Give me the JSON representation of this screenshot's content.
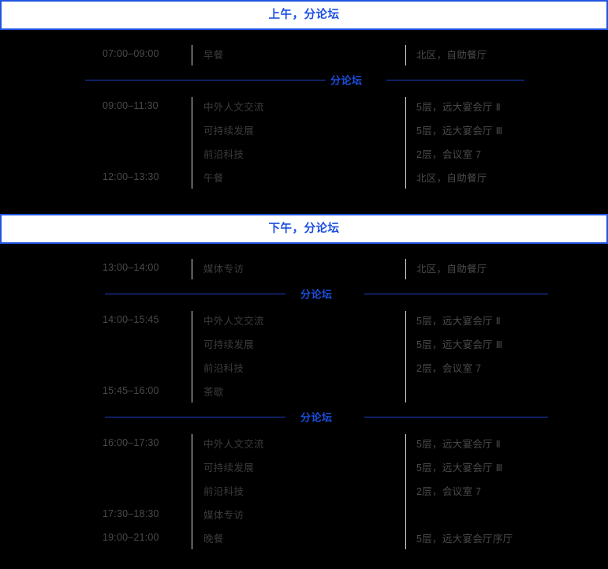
{
  "theme": {
    "background": "#000000",
    "header_bg": "#ffffff",
    "accent_blue": "#1b4fe0",
    "line_blue": "#1b3fc4",
    "text_gray": "#3b3b3b",
    "rule_gray": "#d9d9d9"
  },
  "sections": [
    {
      "header": "上午，分论坛",
      "groups": [
        {
          "type": "rows",
          "rows": [
            {
              "time": "07:00–09:00",
              "title": "早餐",
              "venue": "北区，自助餐厅"
            }
          ]
        },
        {
          "type": "divider",
          "label": "分论坛"
        },
        {
          "type": "rows",
          "rows": [
            {
              "time": "09:00–11:30",
              "title": "中外人文交流",
              "venue": "5层，远大宴会厅 Ⅱ"
            },
            {
              "time": "",
              "title": "可持续发展",
              "venue": "5层，远大宴会厅 Ⅲ"
            },
            {
              "time": "",
              "title": "前沿科技",
              "venue": "2层，会议室 7"
            },
            {
              "time": "12:00–13:30",
              "title": "午餐",
              "venue": "北区，自助餐厅"
            }
          ]
        }
      ]
    },
    {
      "header": "下午，分论坛",
      "groups": [
        {
          "type": "rows",
          "rows": [
            {
              "time": "13:00–14:00",
              "title": "媒体专访",
              "venue": "北区，自助餐厅"
            }
          ]
        },
        {
          "type": "divider",
          "label": "分论坛"
        },
        {
          "type": "rows",
          "rows": [
            {
              "time": "14:00–15:45",
              "title": "中外人文交流",
              "venue": "5层，远大宴会厅  Ⅱ"
            },
            {
              "time": "",
              "title": "可持续发展",
              "venue": "5层，远大宴会厅  Ⅲ"
            },
            {
              "time": "",
              "title": "前沿科技",
              "venue": "2层，会议室 7"
            },
            {
              "time": "15:45–16:00",
              "title": "茶歇",
              "venue": ""
            }
          ]
        },
        {
          "type": "divider",
          "label": "分论坛"
        },
        {
          "type": "rows",
          "rows": [
            {
              "time": "16:00–17:30",
              "title": "中外人文交流",
              "venue": "5层，远大宴会厅  Ⅱ"
            },
            {
              "time": "",
              "title": "可持续发展",
              "venue": "5层，远大宴会厅  Ⅲ"
            },
            {
              "time": "",
              "title": "前沿科技",
              "venue": "2层，会议室 7"
            },
            {
              "time": "17:30–18:30",
              "title": "媒体专访",
              "venue": ""
            },
            {
              "time": "19:00–21:00",
              "title": "晚餐",
              "venue": "5层，远大宴会厅序厅"
            }
          ]
        }
      ]
    }
  ]
}
